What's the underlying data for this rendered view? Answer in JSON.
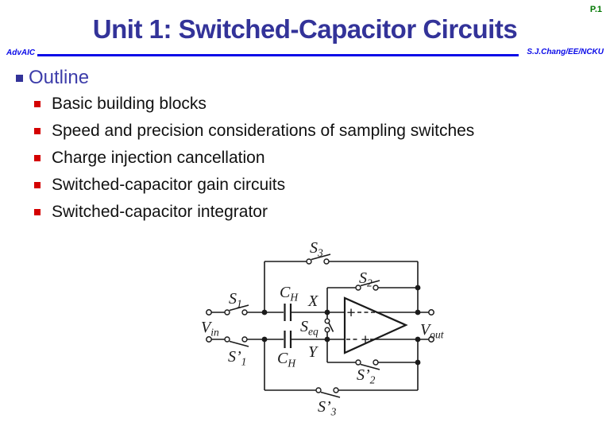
{
  "page": {
    "number": "P.1",
    "title": "Unit 1: Switched-Capacitor Circuits"
  },
  "header": {
    "left": "AdvAIC",
    "right": "S.J.Chang/EE/NCKU"
  },
  "outline": {
    "heading": "Outline",
    "items": [
      "Basic building blocks",
      "Speed and precision considerations of sampling switches",
      "Charge injection cancellation",
      "Switched-capacitor gain circuits",
      "Switched-capacitor integrator"
    ]
  },
  "circuit": {
    "labels": {
      "s1": {
        "main": "S",
        "sub": "1"
      },
      "s1p": {
        "main": "S’",
        "sub": "1"
      },
      "s2": {
        "main": "S",
        "sub": "2"
      },
      "s2p": {
        "main": "S’",
        "sub": "2"
      },
      "s3": {
        "main": "S",
        "sub": "3"
      },
      "s3p": {
        "main": "S’",
        "sub": "3"
      },
      "seq": {
        "main": "S",
        "sub": "eq"
      },
      "ch_top": {
        "main": "C",
        "sub": "H"
      },
      "ch_bottom": {
        "main": "C",
        "sub": "H"
      },
      "vin": {
        "main": "V",
        "sub": "in"
      },
      "vout": {
        "main": "V",
        "sub": "out"
      },
      "node_x": "X",
      "node_y": "Y",
      "opamp_plus_top": "+",
      "opamp_plus_bottom": "+"
    }
  },
  "colors": {
    "title_blue": "#333399",
    "header_blue": "#0b0be8",
    "page_number_green": "#007700",
    "bullet_red": "#d40000",
    "outline_blue": "#3d3daa",
    "circuit_stroke": "#1a1a1a"
  }
}
